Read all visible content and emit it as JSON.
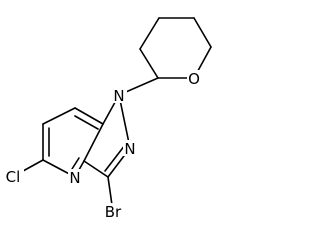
{
  "structure": {
    "atoms": {
      "ring_o": "O",
      "n1": "N",
      "n2": "N",
      "n_pyridine": "N",
      "cl": "Cl",
      "br": "Br"
    }
  }
}
